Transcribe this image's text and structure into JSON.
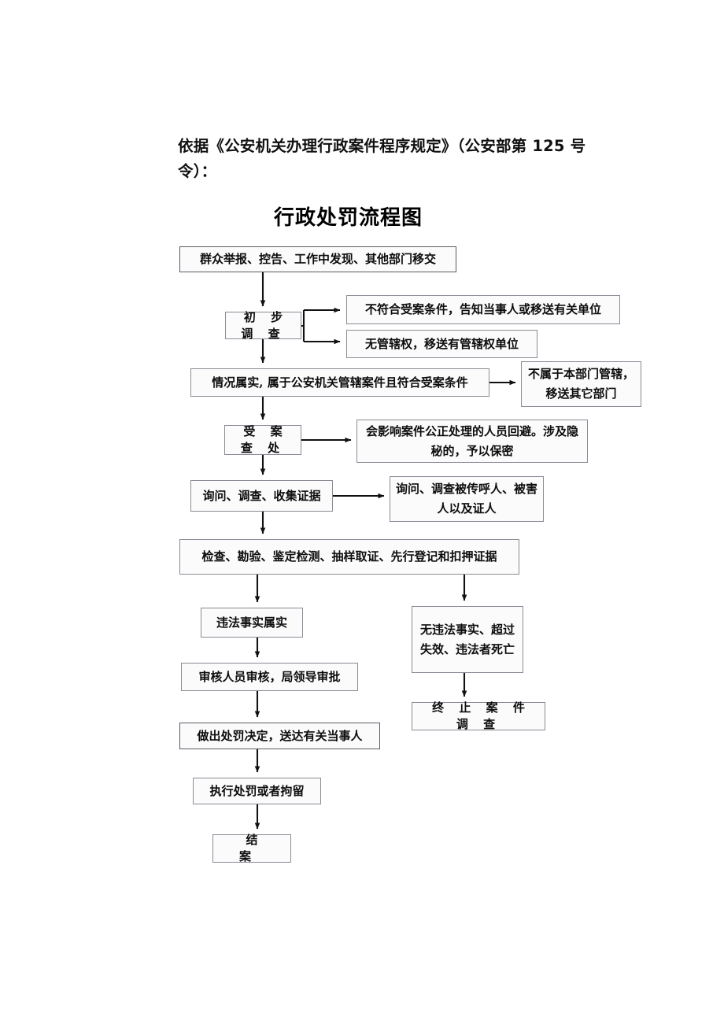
{
  "document": {
    "intro_text": "依据《公安机关办理行政案件程序规定》（公安部第 125 号令）：",
    "chart_title": "行政处罚流程图"
  },
  "chart_data": {
    "type": "diagram",
    "title": "行政处罚流程图",
    "nodes": [
      {
        "id": "n1",
        "label": "群众举报、控告、工作中发现、其他部门移交"
      },
      {
        "id": "n2",
        "label": "初 步 调 查"
      },
      {
        "id": "n3",
        "label": "不符合受案条件，告知当事人或移送有关单位"
      },
      {
        "id": "n4",
        "label": "无管辖权，移送有管辖权单位"
      },
      {
        "id": "n5",
        "label": "情况属实, 属于公安机关管辖案件且符合受案条件"
      },
      {
        "id": "n6",
        "label": "不属于本部门管辖，移送其它部门"
      },
      {
        "id": "n7",
        "label": "受 案 查 处"
      },
      {
        "id": "n8",
        "label": "会影响案件公正处理的人员回避。涉及隐秘的，予以保密"
      },
      {
        "id": "n9",
        "label": "询问、调查、收集证据"
      },
      {
        "id": "n10",
        "label": "询问、调查被传呼人、被害人以及证人"
      },
      {
        "id": "n11",
        "label": "检查、勘验、鉴定检测、抽样取证、先行登记和扣押证据"
      },
      {
        "id": "n12",
        "label": "违法事实属实"
      },
      {
        "id": "n13",
        "label": "无违法事实、超过失效、违法者死亡"
      },
      {
        "id": "n14",
        "label": "审核人员审核，局领导审批"
      },
      {
        "id": "n15",
        "label": "终 止 案 件 调 查"
      },
      {
        "id": "n16",
        "label": "做出处罚决定，送达有关当事人"
      },
      {
        "id": "n17",
        "label": "执行处罚或者拘留"
      },
      {
        "id": "n18",
        "label": "结    案"
      }
    ],
    "edges": [
      {
        "from": "n1",
        "to": "n2"
      },
      {
        "from": "n2",
        "to": "n3"
      },
      {
        "from": "n2",
        "to": "n4"
      },
      {
        "from": "n2",
        "to": "n5"
      },
      {
        "from": "n5",
        "to": "n6"
      },
      {
        "from": "n5",
        "to": "n7"
      },
      {
        "from": "n7",
        "to": "n8"
      },
      {
        "from": "n7",
        "to": "n9"
      },
      {
        "from": "n9",
        "to": "n10"
      },
      {
        "from": "n9",
        "to": "n11"
      },
      {
        "from": "n11",
        "to": "n12"
      },
      {
        "from": "n11",
        "to": "n13"
      },
      {
        "from": "n12",
        "to": "n14"
      },
      {
        "from": "n13",
        "to": "n15"
      },
      {
        "from": "n14",
        "to": "n16"
      },
      {
        "from": "n16",
        "to": "n17"
      },
      {
        "from": "n17",
        "to": "n18"
      }
    ],
    "colors": {
      "node_border": "#8b8b96",
      "node_fill": "#fbfbfb",
      "edge": "#111111",
      "text": "#0d0d0d",
      "page_background": "#ffffff"
    }
  }
}
